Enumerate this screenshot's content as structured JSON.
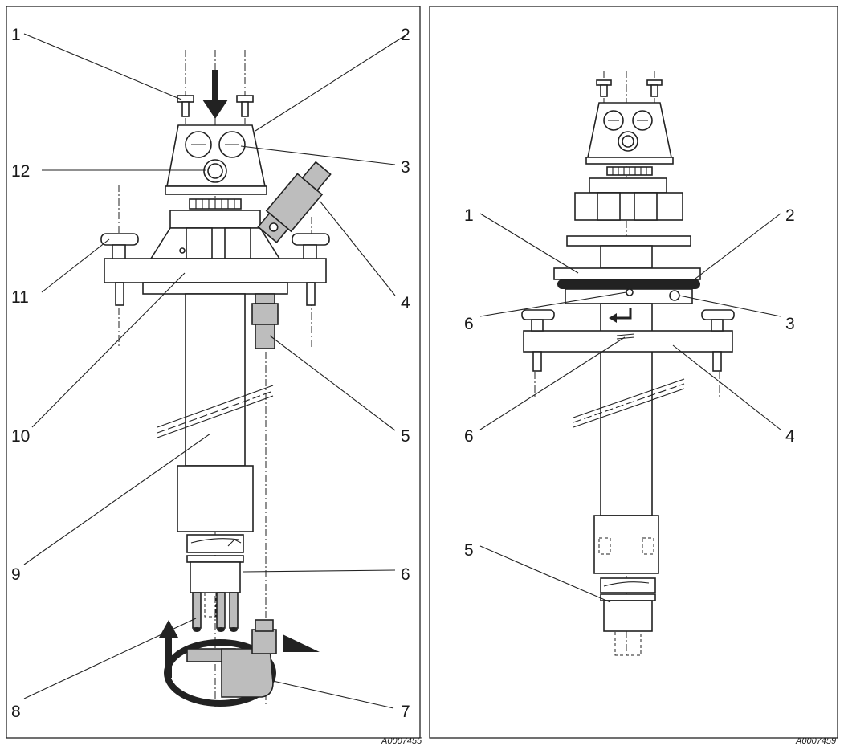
{
  "figure_left": {
    "code": "A0007455",
    "callouts": [
      "1",
      "2",
      "3",
      "4",
      "5",
      "6",
      "7",
      "8",
      "9",
      "10",
      "11",
      "12"
    ]
  },
  "figure_right": {
    "code": "A0007459",
    "callouts": [
      "1",
      "2",
      "3",
      "4",
      "5",
      "6",
      "6"
    ]
  },
  "colors": {
    "ink": "#222222",
    "part_grey": "#bdbdbd"
  }
}
